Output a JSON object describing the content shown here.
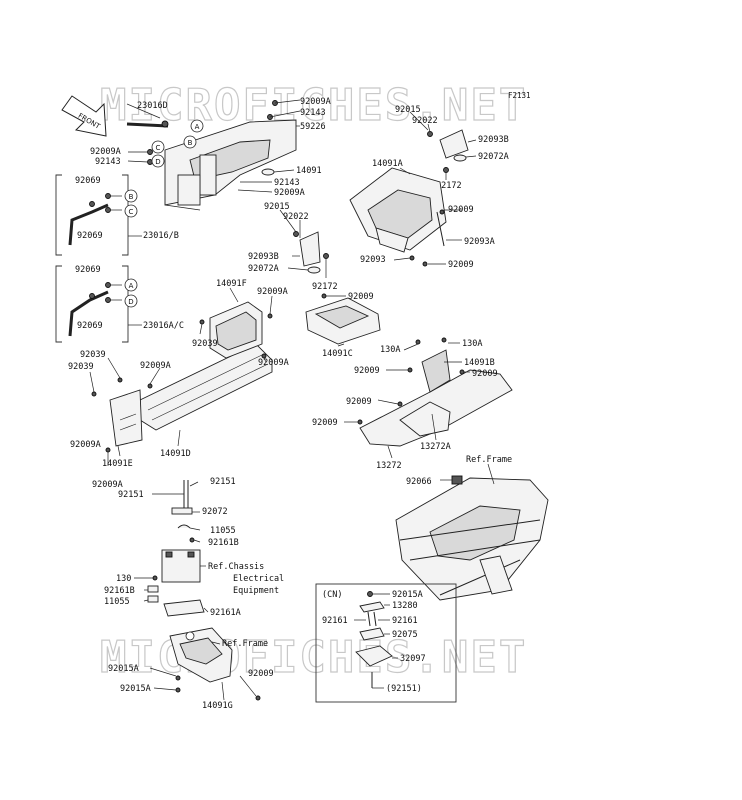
{
  "figure_code": "F2131",
  "watermark": "MICROFICHES.NET",
  "front_label": "FRONT",
  "labels": {
    "p23016D": "23016D",
    "p92009A_top": "92009A",
    "p92143_top": "92143",
    "p59226": "59226",
    "p92009A_left": "92009A",
    "p92143_left": "92143",
    "p14091": "14091",
    "p92143_mid": "92143",
    "p92009A_mid": "92009A",
    "box1_92069a": "92069",
    "box1_92069b": "92069",
    "p23016B": "23016/B",
    "box2_92069a": "92069",
    "box2_92069b": "92069",
    "p23016AC": "23016A/C",
    "p92015_mid": "92015",
    "p92022_mid": "92022",
    "p92093B_mid": "92093B",
    "p92072A_mid": "92072A",
    "p92172_mid": "92172",
    "p92015_tr": "92015",
    "p92022_tr": "92022",
    "p92093B_tr": "92093B",
    "p92072A_tr": "92072A",
    "p92172_tr": "92172",
    "p14091A": "14091A",
    "p92009_tr1": "92009",
    "p92093A": "92093A",
    "p92093_tr": "92093",
    "p92009_tr2": "92009",
    "p14091F": "14091F",
    "p92009A_f": "92009A",
    "p92039_mid": "92039",
    "p92009A_f2": "92009A",
    "p92039_a": "92039",
    "p92009A_l": "92009A",
    "p92039_b": "92039",
    "p92009A_l2": "92009A",
    "p14091E": "14091E",
    "p14091D": "14091D",
    "p92009A_l3": "92009A",
    "p92009_c": "92009",
    "p14091C": "14091C",
    "p130A_a": "130A",
    "p130A_b": "130A",
    "p14091B": "14091B",
    "p92009_r1": "92009",
    "p92009_r2": "92009",
    "p92009_r3": "92009",
    "p92009_r4": "92009",
    "p13272A": "13272A",
    "p13272": "13272",
    "ref_frame_right": "Ref.Frame",
    "p92066": "92066",
    "p92151_a": "92151",
    "p92151_b": "92151",
    "p92072_b": "92072",
    "p11055_a": "11055",
    "p92161B_a": "92161B",
    "ref_chassis_1": "Ref.Chassis",
    "ref_chassis_2": "Electrical",
    "ref_chassis_3": "Equipment",
    "p130": "130",
    "p92161B_b": "92161B",
    "p11055_b": "11055",
    "p92161A": "92161A",
    "ref_frame_bottom": "Ref.Frame",
    "p92015A_a": "92015A",
    "p92015A_b": "92015A",
    "p92009_b": "92009",
    "p14091G": "14091G",
    "cn_label": "(CN)",
    "cn_92015A": "92015A",
    "cn_13280": "13280",
    "cn_92161_a": "92161",
    "cn_92161_b": "92161",
    "cn_92075": "92075",
    "cn_32097": "32097",
    "cn_92151": "(92151)"
  },
  "callouts": [
    "A",
    "B",
    "C",
    "D",
    "B",
    "C",
    "A",
    "D"
  ]
}
